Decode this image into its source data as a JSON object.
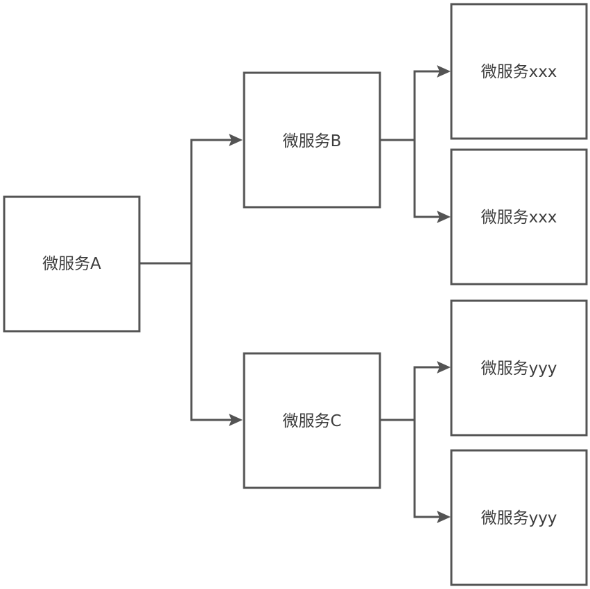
{
  "diagram": {
    "nodes": {
      "a": "微服务A",
      "b": "微服务B",
      "c": "微服务C",
      "b1": "微服务xxx",
      "b2": "微服务xxx",
      "c1": "微服务yyy",
      "c2": "微服务yyy"
    },
    "edges": [
      {
        "from": "a",
        "to": "b"
      },
      {
        "from": "a",
        "to": "c"
      },
      {
        "from": "b",
        "to": "b1"
      },
      {
        "from": "b",
        "to": "b2"
      },
      {
        "from": "c",
        "to": "c1"
      },
      {
        "from": "c",
        "to": "c2"
      }
    ],
    "colors": {
      "stroke": "#545454",
      "text": "#3d3d3d",
      "background": "#ffffff"
    }
  }
}
